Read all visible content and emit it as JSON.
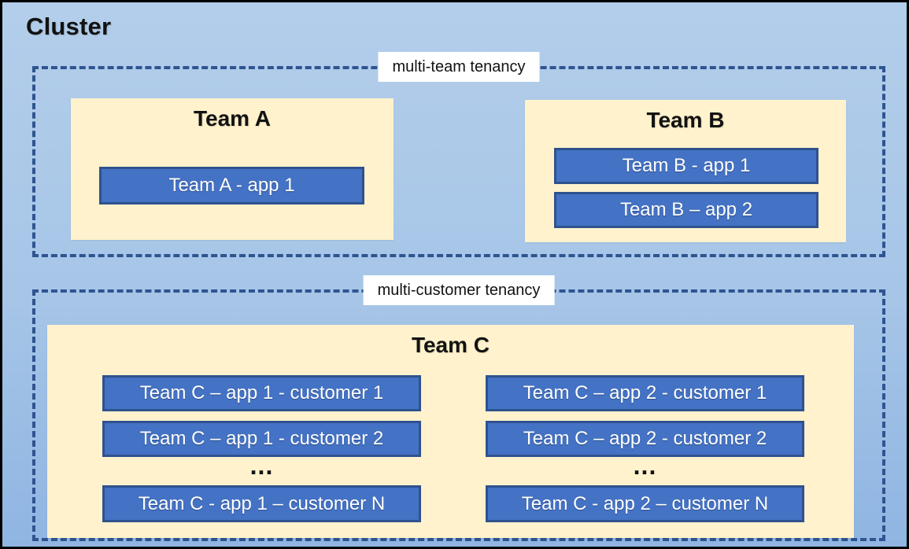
{
  "cluster": {
    "title": "Cluster"
  },
  "boundaries": [
    {
      "label": "multi-team tenancy"
    },
    {
      "label": "multi-customer tenancy"
    }
  ],
  "teams": {
    "team_a": {
      "title": "Team A",
      "apps": [
        "Team A - app 1"
      ]
    },
    "team_b": {
      "title": "Team B",
      "apps": [
        "Team B - app 1",
        "Team B – app 2"
      ]
    },
    "team_c": {
      "title": "Team C",
      "columns": [
        {
          "apps": [
            "Team C – app 1 - customer 1",
            "Team C – app 1 - customer 2"
          ],
          "ellipsis": "...",
          "last_app": "Team C - app 1 – customer N"
        },
        {
          "apps": [
            "Team C – app 2 - customer 1",
            "Team C – app 2 - customer 2"
          ],
          "ellipsis": "...",
          "last_app": "Team C - app 2 – customer N"
        }
      ]
    }
  },
  "colors": {
    "background_top": "#B3CEEA",
    "background_bottom": "#8FB5E2",
    "team_fill": "#FFF2CC",
    "app_fill": "#4472C4",
    "app_border": "#2F528F",
    "dashed_border": "#2F5491",
    "outer_border": "#000000",
    "label_background": "#FFFFFF",
    "title_text": "#121212",
    "app_text": "#FFFFFF"
  }
}
